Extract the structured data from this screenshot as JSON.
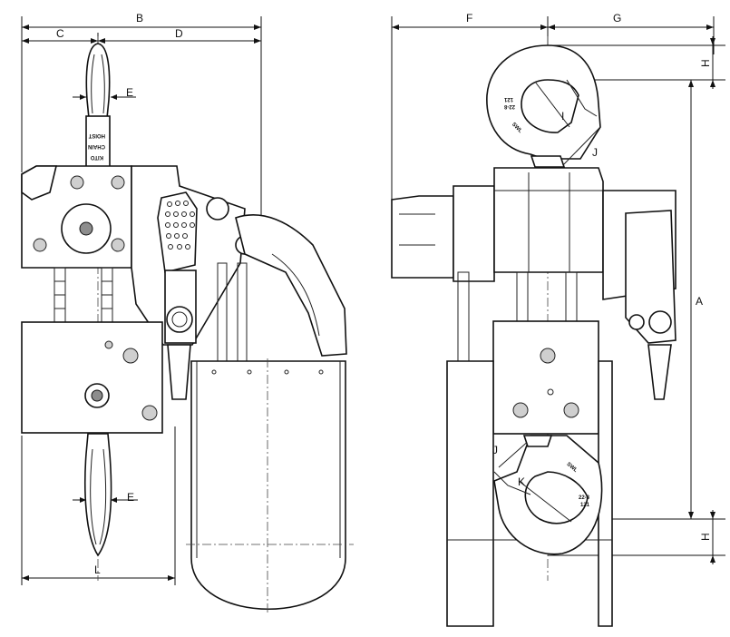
{
  "dimensions": {
    "A": "A",
    "B": "B",
    "C": "C",
    "D": "D",
    "E_top": "E",
    "E_bottom": "E",
    "L": "L",
    "F": "F",
    "G": "G",
    "H_top": "H",
    "H_bottom": "H",
    "I": "I",
    "J_top": "J",
    "J_bottom": "J",
    "K": "K"
  },
  "hook_markings": {
    "top_code": "22-8",
    "top_num": "121",
    "top_swl": "SWL",
    "bottom_code": "22-8",
    "bottom_num": "121",
    "bottom_swl": "SWL"
  },
  "nameplate_text": [
    "KITO",
    "CHAIN",
    "HOIST"
  ]
}
